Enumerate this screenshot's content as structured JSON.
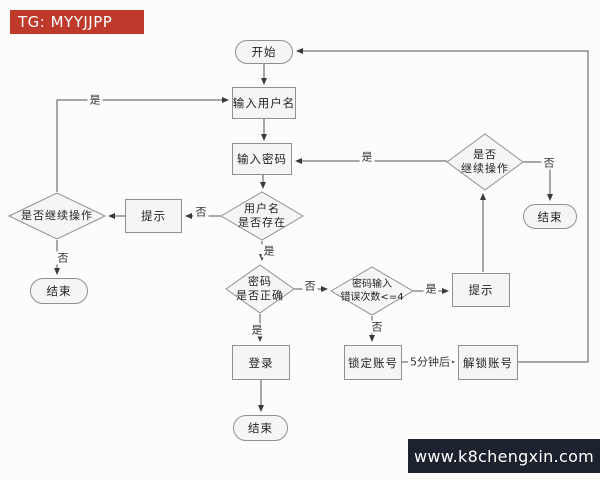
{
  "watermarks": {
    "top": "TG: MYYJJPP",
    "bottom": "www.k8chengxin.com"
  },
  "colors": {
    "top_banner_bg": "#bf3a2b",
    "bottom_banner_bg": "#1d232e",
    "banner_text": "#ffffff",
    "shape_fill": "#f5f5f5",
    "shape_border": "#909090",
    "connector_line": "#555555",
    "page_background": "#fcfcfc"
  },
  "flowchart": {
    "nodes": {
      "start": "开始",
      "input_username": "输入用户名",
      "input_password": "输入密码",
      "username_exists_l1": "用户名",
      "username_exists_l2": "是否存在",
      "prompt_left": "提示",
      "continue_left": "是否继续操作",
      "end_left": "结束",
      "password_correct_l1": "密码",
      "password_correct_l2": "是否正确",
      "error_count_l1": "密码输入",
      "error_count_l2": "错误次数<=4",
      "prompt_right": "提示",
      "continue_right_l1": "是否",
      "continue_right_l2": "继续操作",
      "end_right": "结束",
      "login": "登录",
      "end_bottom": "结束",
      "lock_account": "锁定账号",
      "unlock_account": "解锁账号"
    },
    "edge_labels": {
      "yes_to_username": "是",
      "no_from_username": "否",
      "no_continue_left": "否",
      "yes_from_username": "是",
      "no_from_password": "否",
      "yes_from_password": "是",
      "yes_from_error_count": "是",
      "no_from_error_count": "否",
      "yes_continue_right": "是",
      "no_continue_right": "否",
      "after_5_minutes": "5分钟后"
    }
  }
}
